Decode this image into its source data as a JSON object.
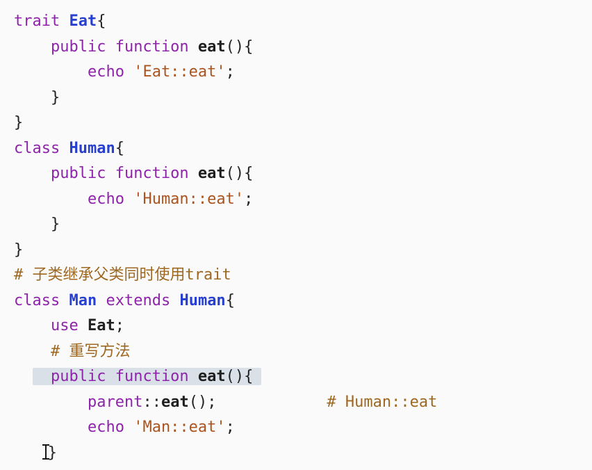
{
  "editor": {
    "language": "php",
    "background": "#fafafa",
    "selection_color": "#d9e0e8",
    "colors": {
      "keyword": "#8e24aa",
      "class_name": "#2840cf",
      "function_name": "#1f1f1f",
      "string": "#a9541f",
      "comment": "#9e6821",
      "plain": "#222222"
    },
    "lines": [
      {
        "tokens": [
          {
            "t": "kw",
            "v": "trait "
          },
          {
            "t": "cls",
            "v": "Eat"
          },
          {
            "t": "pl",
            "v": "{"
          }
        ]
      },
      {
        "tokens": [
          {
            "t": "pl",
            "v": "    "
          },
          {
            "t": "kw",
            "v": "public function "
          },
          {
            "t": "fn",
            "v": "eat"
          },
          {
            "t": "pl",
            "v": "(){"
          }
        ]
      },
      {
        "tokens": [
          {
            "t": "pl",
            "v": "        "
          },
          {
            "t": "kw",
            "v": "echo "
          },
          {
            "t": "str",
            "v": "'Eat::eat'"
          },
          {
            "t": "pl",
            "v": ";"
          }
        ]
      },
      {
        "tokens": [
          {
            "t": "pl",
            "v": "    }"
          }
        ]
      },
      {
        "tokens": [
          {
            "t": "pl",
            "v": "}"
          }
        ]
      },
      {
        "tokens": [
          {
            "t": "kw",
            "v": "class "
          },
          {
            "t": "cls",
            "v": "Human"
          },
          {
            "t": "pl",
            "v": "{"
          }
        ]
      },
      {
        "tokens": [
          {
            "t": "pl",
            "v": "    "
          },
          {
            "t": "kw",
            "v": "public function "
          },
          {
            "t": "fn",
            "v": "eat"
          },
          {
            "t": "pl",
            "v": "(){"
          }
        ]
      },
      {
        "tokens": [
          {
            "t": "pl",
            "v": "        "
          },
          {
            "t": "kw",
            "v": "echo "
          },
          {
            "t": "str",
            "v": "'Human::eat'"
          },
          {
            "t": "pl",
            "v": ";"
          }
        ]
      },
      {
        "tokens": [
          {
            "t": "pl",
            "v": "    }"
          }
        ]
      },
      {
        "tokens": [
          {
            "t": "pl",
            "v": "}"
          }
        ]
      },
      {
        "tokens": [
          {
            "t": "cm",
            "v": "# 子类继承父类同时使用trait"
          }
        ]
      },
      {
        "tokens": [
          {
            "t": "kw",
            "v": "class "
          },
          {
            "t": "cls",
            "v": "Man"
          },
          {
            "t": "kw",
            "v": " extends "
          },
          {
            "t": "cls",
            "v": "Human"
          },
          {
            "t": "pl",
            "v": "{"
          }
        ]
      },
      {
        "tokens": [
          {
            "t": "pl",
            "v": "    "
          },
          {
            "t": "kw",
            "v": "use "
          },
          {
            "t": "b",
            "v": "Eat"
          },
          {
            "t": "pl",
            "v": ";"
          }
        ]
      },
      {
        "tokens": [
          {
            "t": "pl",
            "v": "    "
          },
          {
            "t": "cm",
            "v": "# 重写方法"
          }
        ]
      },
      {
        "hl_from": 1,
        "tokens": [
          {
            "t": "pl",
            "v": "  "
          },
          {
            "t": "pl",
            "v": "  "
          },
          {
            "t": "kw",
            "v": "public function "
          },
          {
            "t": "fn",
            "v": "eat"
          },
          {
            "t": "pl",
            "v": "(){"
          }
        ]
      },
      {
        "tokens": [
          {
            "t": "pl",
            "v": "        "
          },
          {
            "t": "kw",
            "v": "parent"
          },
          {
            "t": "pl",
            "v": "::"
          },
          {
            "t": "fn",
            "v": "eat"
          },
          {
            "t": "pl",
            "v": "();"
          },
          {
            "t": "pl",
            "v": "            "
          },
          {
            "t": "cm",
            "v": "# Human::eat"
          }
        ]
      },
      {
        "tokens": [
          {
            "t": "pl",
            "v": "        "
          },
          {
            "t": "kw",
            "v": "echo "
          },
          {
            "t": "str",
            "v": "'Man::eat'"
          },
          {
            "t": "pl",
            "v": ";"
          }
        ]
      },
      {
        "tokens": [
          {
            "t": "pl",
            "v": "   "
          },
          {
            "t": "cursor",
            "v": ""
          },
          {
            "t": "pl",
            "v": "}"
          }
        ]
      }
    ]
  }
}
